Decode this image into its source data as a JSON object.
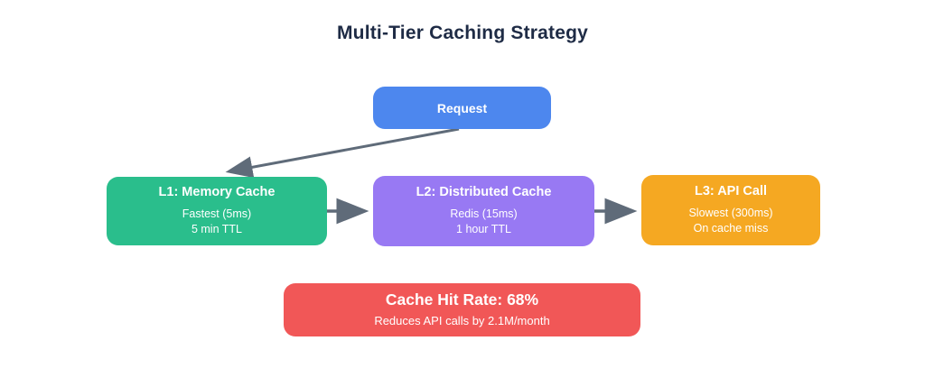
{
  "title": "Multi-Tier Caching Strategy",
  "nodes": {
    "request": {
      "label": "Request",
      "color": "#4d87ee"
    },
    "l1": {
      "title": "L1: Memory Cache",
      "line1": "Fastest (5ms)",
      "line2": "5 min TTL",
      "color": "#2abe8c"
    },
    "l2": {
      "title": "L2: Distributed Cache",
      "line1": "Redis (15ms)",
      "line2": "1 hour TTL",
      "color": "#9879f3"
    },
    "l3": {
      "title": "L3: API Call",
      "line1": "Slowest (300ms)",
      "line2": "On cache miss",
      "color": "#f5a822"
    }
  },
  "summary": {
    "title": "Cache Hit Rate: 68%",
    "subtitle": "Reduces API calls by 2.1M/month",
    "color": "#f15757"
  },
  "arrow_color": "#5f6b79",
  "flow": [
    "Request",
    "L1: Memory Cache",
    "L2: Distributed Cache",
    "L3: API Call"
  ]
}
